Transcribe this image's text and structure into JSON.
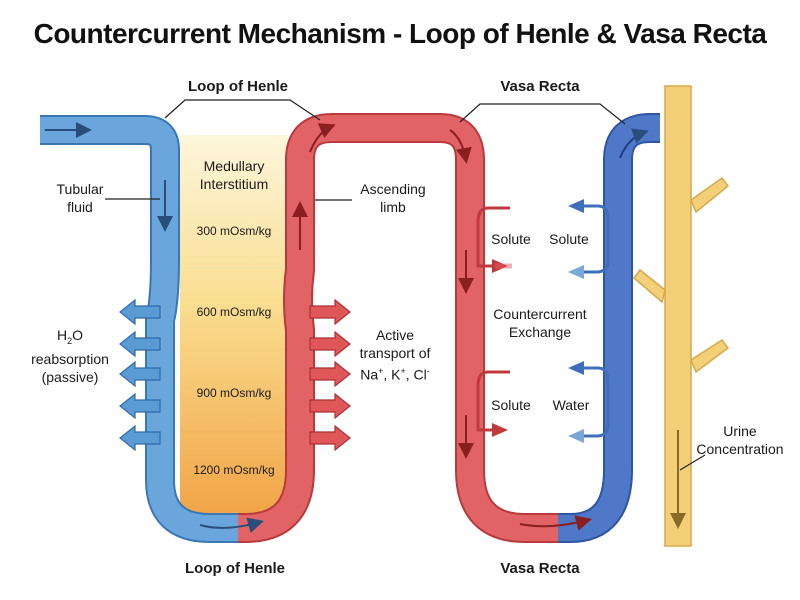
{
  "title": "Countercurrent Mechanism - Loop of Henle & Vasa Recta",
  "labels": {
    "loop_top": "Loop of Henle",
    "vasa_top": "Vasa Recta",
    "loop_bottom": "Loop of Henle",
    "vasa_bottom": "Vasa Recta",
    "tubular_fluid_1": "Tubular",
    "tubular_fluid_2": "fluid",
    "interstitium_1": "Medullary",
    "interstitium_2": "Interstitium",
    "ascending_1": "Ascending",
    "ascending_2": "limb",
    "h2o_h": "H",
    "h2o_sub": "2",
    "h2o_o": "O",
    "reabsorption": "reabsorption",
    "passive": "(passive)",
    "active_1": "Active",
    "active_2": "transport of",
    "na": "Na",
    "k": "K",
    "cl": "Cl",
    "plus": "+",
    "minus": "-",
    "sep": ", ",
    "solute_a": "Solute",
    "solute_b": "Solute",
    "solute_c": "Solute",
    "water": "Water",
    "countercurrent_1": "Countercurrent",
    "countercurrent_2": "Exchange",
    "urine_1": "Urine",
    "urine_2": "Concentration"
  },
  "osmolarity": [
    "300 mOsm/kg",
    "600 mOsm/kg",
    "900 mOsm/kg",
    "1200 mOsm/kg"
  ],
  "colors": {
    "descending_blue": "#5b9bd5",
    "descending_stroke": "#3a78b5",
    "ascending_red": "#e0575a",
    "ascending_stroke": "#b83a3d",
    "vasa_blue": "#4a72c4",
    "collecting_yellow": "#f3cf78",
    "interstitium_top": "#fbf1c8",
    "interstitium_bottom": "#f4a948"
  }
}
